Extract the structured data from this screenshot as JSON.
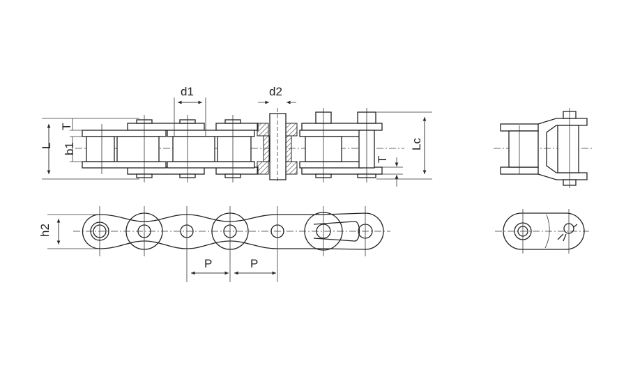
{
  "title": "Roller chain dimension drawing",
  "labels": {
    "L": "L",
    "b1": "b1",
    "T_left": "T",
    "d1": "d1",
    "d2": "d2",
    "T_right": "T",
    "Lc": "Lc",
    "h2": "h2",
    "P1": "P",
    "P2": "P"
  }
}
